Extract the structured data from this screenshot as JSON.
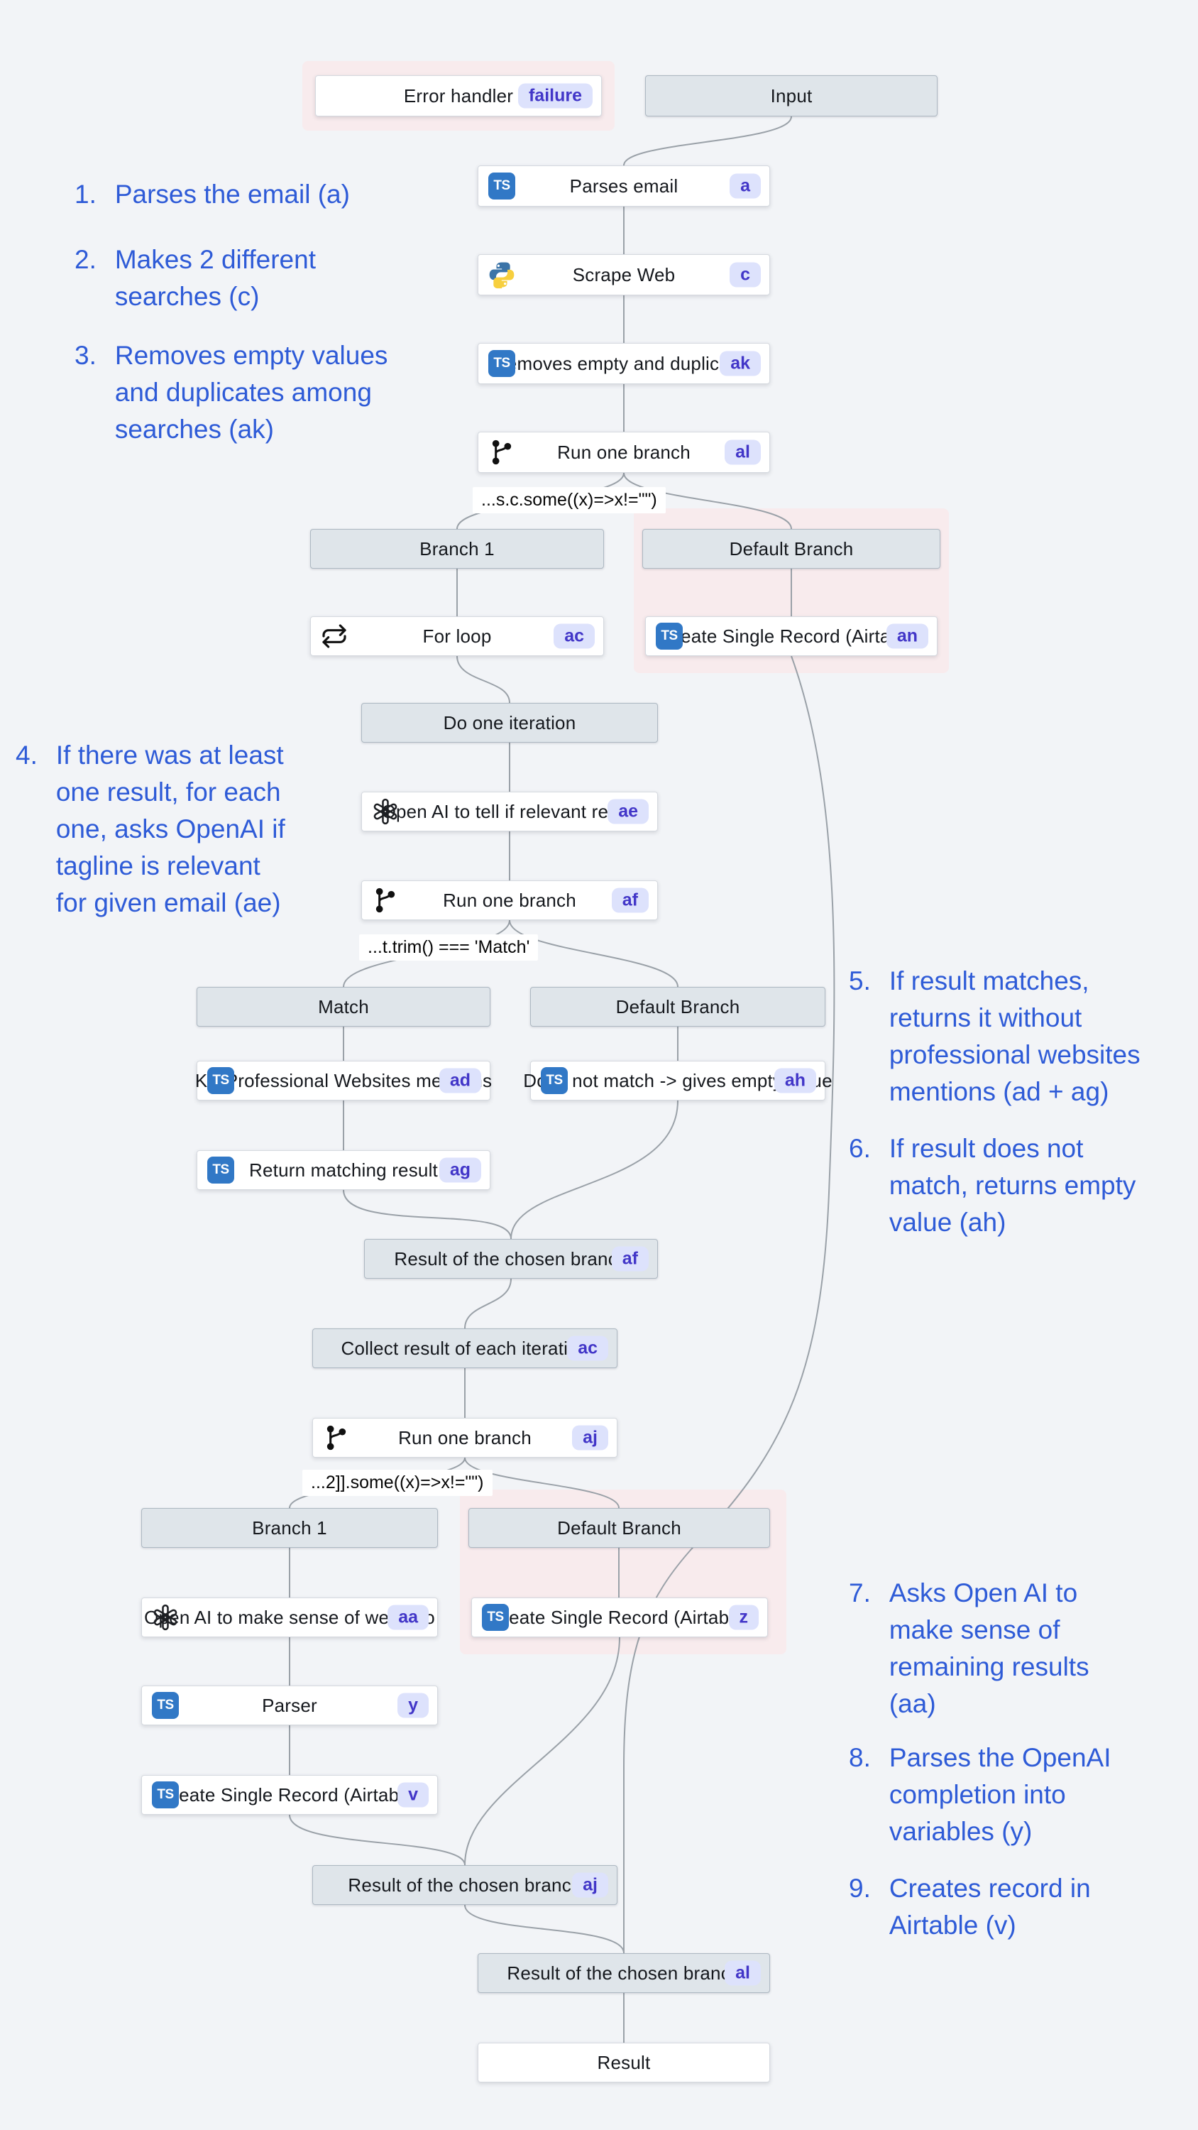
{
  "colors": {
    "canvas_bg": "#f2f4f7",
    "accent_blue": "#2e5bd7",
    "badge_bg": "#dde2fc",
    "badge_text": "#4236c8",
    "node_bg": "#ffffff",
    "panel_bg": "#dfe5ea",
    "halo_pink": "#f8ebed",
    "edge_gray": "#9aa1a8",
    "typescript_blue": "#3178c6"
  },
  "icons": {
    "ts_label": "TS",
    "ts": "typescript-icon",
    "python": "python-icon",
    "openai": "openai-icon",
    "fork": "branch-fork-icon",
    "loop": "loop-icon"
  },
  "nodes": [
    {
      "id": "error-handler",
      "label": "Error handler",
      "badge": "failure",
      "icon": null,
      "style": "card"
    },
    {
      "id": "input",
      "label": "Input",
      "badge": null,
      "icon": null,
      "style": "panel"
    },
    {
      "id": "parses-email",
      "label": "Parses email",
      "badge": "a",
      "icon": "ts",
      "style": "card"
    },
    {
      "id": "scrape-web",
      "label": "Scrape Web",
      "badge": "c",
      "icon": "python",
      "style": "card"
    },
    {
      "id": "removes-empty",
      "label": "Removes empty and duplicates",
      "badge": "ak",
      "icon": "ts",
      "style": "card"
    },
    {
      "id": "run-al",
      "label": "Run one branch",
      "badge": "al",
      "icon": "fork",
      "style": "card"
    },
    {
      "id": "branch1-a",
      "label": "Branch 1",
      "badge": null,
      "icon": null,
      "style": "panel"
    },
    {
      "id": "default-a",
      "label": "Default Branch",
      "badge": null,
      "icon": null,
      "style": "panel"
    },
    {
      "id": "for-loop",
      "label": "For loop",
      "badge": "ac",
      "icon": "loop",
      "style": "card"
    },
    {
      "id": "create-an",
      "label": "Create Single Record (Airtable)",
      "badge": "an",
      "icon": "ts",
      "style": "card"
    },
    {
      "id": "do-one",
      "label": "Do one iteration",
      "badge": null,
      "icon": null,
      "style": "panel"
    },
    {
      "id": "openai-ae",
      "label": "Open AI to tell if relevant result",
      "badge": "ae",
      "icon": "openai",
      "style": "card"
    },
    {
      "id": "run-af",
      "label": "Run one branch",
      "badge": "af",
      "icon": "fork",
      "style": "card"
    },
    {
      "id": "match",
      "label": "Match",
      "badge": null,
      "icon": null,
      "style": "panel"
    },
    {
      "id": "default-b",
      "label": "Default Branch",
      "badge": null,
      "icon": null,
      "style": "panel"
    },
    {
      "id": "kill-ad",
      "label": "Kill Professional Websites mentions",
      "badge": "ad",
      "icon": "ts",
      "style": "card"
    },
    {
      "id": "notmatch-ah",
      "label": "Does not match -> gives empty value",
      "badge": "ah",
      "icon": "ts",
      "style": "card"
    },
    {
      "id": "return-ag",
      "label": "Return matching result",
      "badge": "ag",
      "icon": "ts",
      "style": "card"
    },
    {
      "id": "result-af",
      "label": "Result of the chosen branch",
      "badge": "af",
      "icon": null,
      "style": "panel"
    },
    {
      "id": "collect-ac",
      "label": "Collect result of each iteration",
      "badge": "ac",
      "icon": null,
      "style": "panel"
    },
    {
      "id": "run-aj",
      "label": "Run one branch",
      "badge": "aj",
      "icon": "fork",
      "style": "card"
    },
    {
      "id": "branch1-b",
      "label": "Branch 1",
      "badge": null,
      "icon": null,
      "style": "panel"
    },
    {
      "id": "default-c",
      "label": "Default Branch",
      "badge": null,
      "icon": null,
      "style": "panel"
    },
    {
      "id": "openai-aa",
      "label": "Open AI to make sense of web info",
      "badge": "aa",
      "icon": "openai",
      "style": "card"
    },
    {
      "id": "create-z",
      "label": "Create Single Record (Airtable)",
      "badge": "z",
      "icon": "ts",
      "style": "card"
    },
    {
      "id": "parser-y",
      "label": "Parser",
      "badge": "y",
      "icon": "ts",
      "style": "card"
    },
    {
      "id": "create-v",
      "label": "Create Single Record (Airtable)",
      "badge": "v",
      "icon": "ts",
      "style": "card"
    },
    {
      "id": "result-aj",
      "label": "Result of the chosen branch",
      "badge": "aj",
      "icon": null,
      "style": "panel"
    },
    {
      "id": "result-al",
      "label": "Result of the chosen branch",
      "badge": "al",
      "icon": null,
      "style": "panel"
    },
    {
      "id": "result",
      "label": "Result",
      "badge": null,
      "icon": null,
      "style": "card"
    }
  ],
  "conditions": [
    {
      "id": "cond-1",
      "text": "...s.c.some((x)=>x!=\"\")"
    },
    {
      "id": "cond-2",
      "text": "...t.trim() === 'Match'"
    },
    {
      "id": "cond-3",
      "text": "...2]].some((x)=>x!=\"\")"
    }
  ],
  "annotations": [
    {
      "num": "1.",
      "text": "Parses the email (a)"
    },
    {
      "num": "2.",
      "text": "Makes 2 different\nsearches (c)"
    },
    {
      "num": "3.",
      "text": "Removes empty values\nand duplicates among\nsearches (ak)"
    },
    {
      "num": "4.",
      "text": "If there was at least\none result, for each\none, asks OpenAI if\ntagline is relevant\nfor given email (ae)"
    },
    {
      "num": "5.",
      "text": "If result matches,\nreturns it without\nprofessional websites\nmentions (ad + ag)"
    },
    {
      "num": "6.",
      "text": "If result does not\nmatch, returns empty\nvalue (ah)"
    },
    {
      "num": "7.",
      "text": "Asks Open AI to\nmake sense of\nremaining results\n(aa)"
    },
    {
      "num": "8.",
      "text": "Parses the OpenAI\ncompletion into\nvariables (y)"
    },
    {
      "num": "9.",
      "text": "Creates record in\nAirtable (v)"
    }
  ]
}
